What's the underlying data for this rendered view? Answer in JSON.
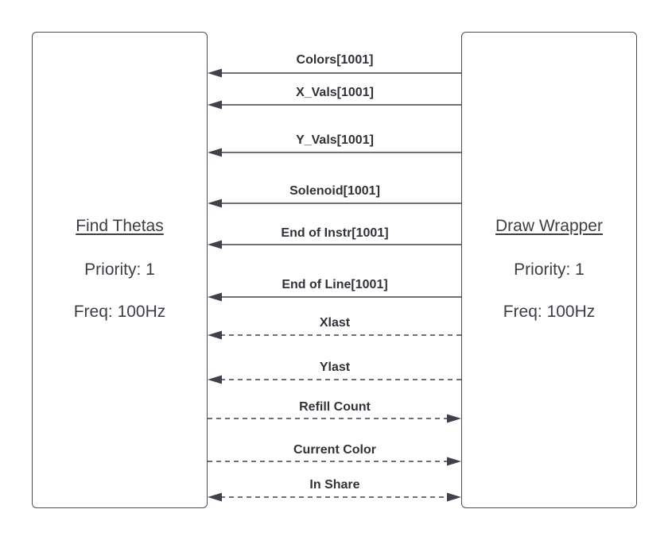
{
  "left_task": {
    "name": "Find Thetas",
    "priority": "Priority: 1",
    "freq": "Freq: 100Hz"
  },
  "right_task": {
    "name": "Draw Wrapper",
    "priority": "Priority: 1",
    "freq": "Freq: 100Hz"
  },
  "messages": [
    {
      "label": "Colors[1001]",
      "direction": "to-left",
      "style": "solid"
    },
    {
      "label": "X_Vals[1001]",
      "direction": "to-left",
      "style": "solid"
    },
    {
      "label": "Y_Vals[1001]",
      "direction": "to-left",
      "style": "solid"
    },
    {
      "label": "Solenoid[1001]",
      "direction": "to-left",
      "style": "solid"
    },
    {
      "label": "End of Instr[1001]",
      "direction": "to-left",
      "style": "solid"
    },
    {
      "label": "End of Line[1001]",
      "direction": "to-left",
      "style": "solid"
    },
    {
      "label": "Xlast",
      "direction": "to-left",
      "style": "dashed"
    },
    {
      "label": "Ylast",
      "direction": "to-left",
      "style": "dashed"
    },
    {
      "label": "Refill Count",
      "direction": "to-right",
      "style": "dashed"
    },
    {
      "label": "Current Color",
      "direction": "to-right",
      "style": "dashed"
    },
    {
      "label": "In Share",
      "direction": "both",
      "style": "dashed"
    }
  ],
  "colors": {
    "border": "#4a4d55",
    "line": "#3f424a",
    "text": "#2f3238"
  }
}
